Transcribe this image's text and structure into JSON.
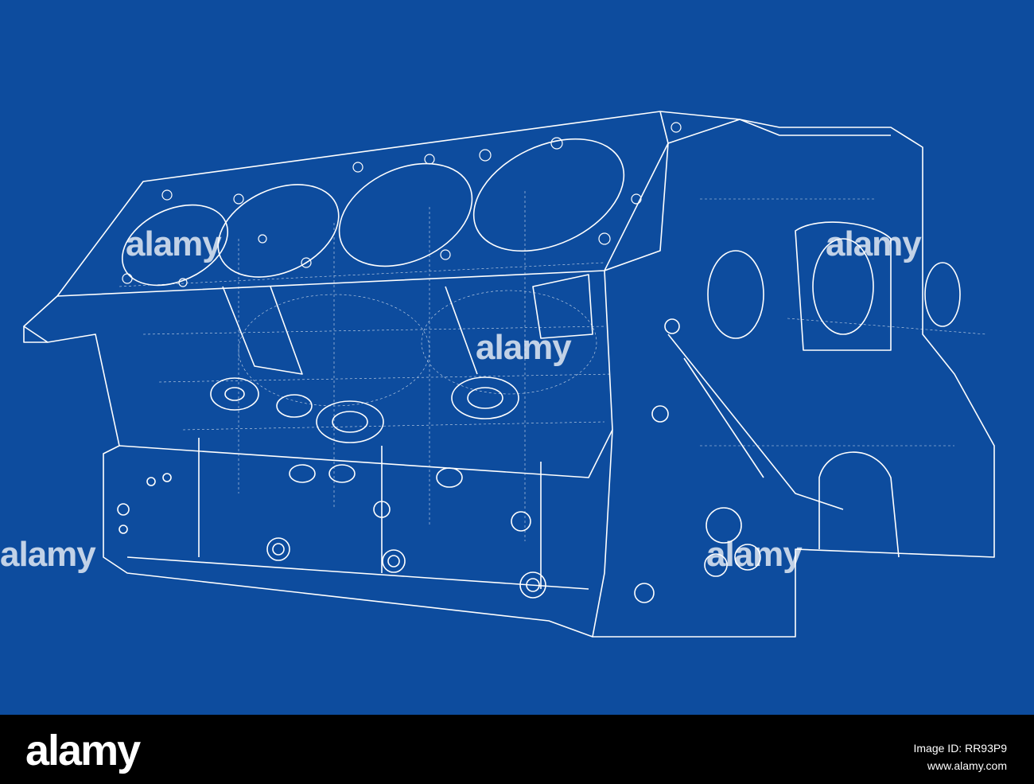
{
  "background_color": "#0d4c9e",
  "line_color": "#ffffff",
  "watermarks": [
    "alamy",
    "alamy",
    "alamy",
    "alamy",
    "alamy"
  ],
  "footer": {
    "logo": "alamy",
    "image_id": "Image ID: RR93P9",
    "url": "www.alamy.com"
  }
}
